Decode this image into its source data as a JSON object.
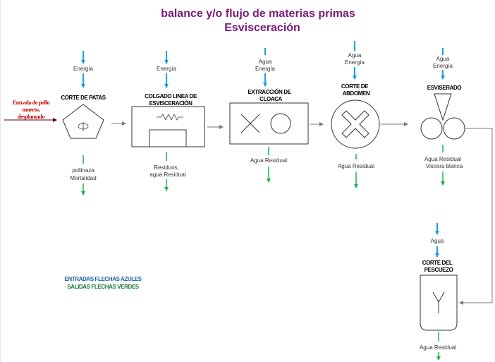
{
  "title_line1": "balance y/o flujo de materias primas",
  "title_line2": "Esvisceración",
  "colors": {
    "title": "#7a1a7a",
    "input_arrow": "#19a0e6",
    "output_arrow": "#21b14f",
    "entry": "#c00000",
    "legend_inputs": "#1f5fa0",
    "legend_outputs": "#1a7a3a"
  },
  "entry": {
    "line1": "Entrada de pollo",
    "line2": "muerto,",
    "line3": "desplumado"
  },
  "stages": {
    "corte_patas": {
      "title": "CORTE DE PATAS",
      "input1": "Energía",
      "output1": "pollinaza",
      "output2": "Mortalidad"
    },
    "colgado": {
      "title1": "COLGADO LINEA DE",
      "title2": "ESVISCERACIÓN",
      "input1": "Energía",
      "output1": "Residuos,",
      "output2": "agua Residual"
    },
    "extraccion": {
      "title1": "EXTRACCIÓN DE",
      "title2": "CLOACA",
      "input1": "Agua",
      "input2": "Energía",
      "output1": "Agua Residual"
    },
    "abdomen": {
      "title1": "CORTE DE",
      "title2": "ABDOMEN",
      "input1": "Agua",
      "input2": "Energía",
      "output1": "Agua Residual"
    },
    "eviscerado": {
      "title": "ESVISERADO",
      "input1": "Agua",
      "input2": "Energía",
      "output1": "Agua Residual",
      "output2": "Viscera blanca"
    },
    "pescuezo": {
      "title1": "CORTE DEL",
      "title2": "PESCUEZO",
      "input1": "Agua",
      "output1": "Agua Residual"
    }
  },
  "legend": {
    "line1": "ENTRADAS FLECHAS AZULES",
    "line2": "SALIDAS FLECHAS VERDES"
  }
}
